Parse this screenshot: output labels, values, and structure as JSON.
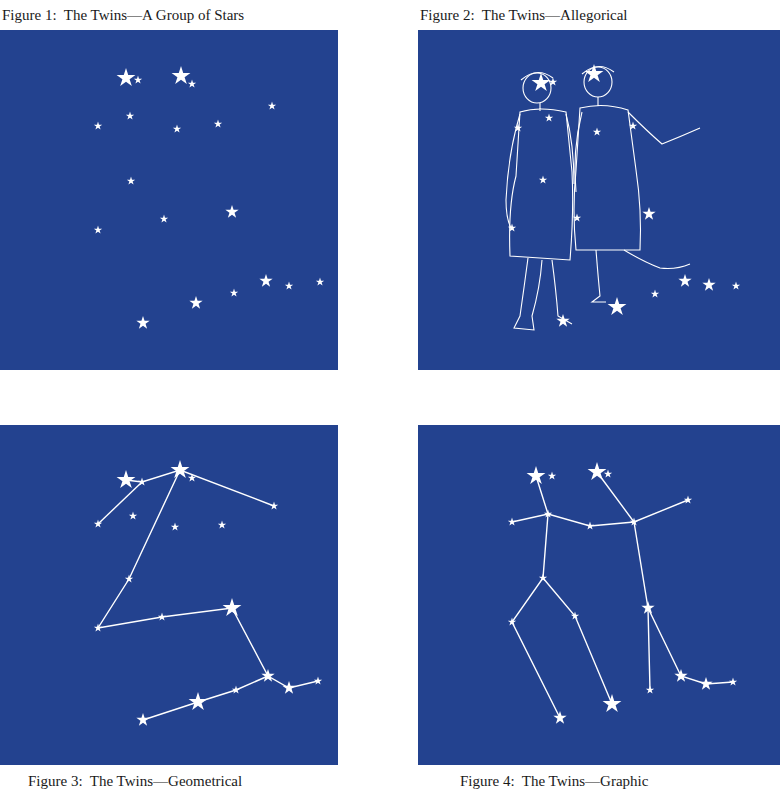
{
  "diagram": {
    "labels": [
      "Figure 1:  The Twins—A Group of Stars",
      "Figure 2:  The Twins—Allegorical",
      "Figure 3:  The Twins—Geometrical",
      "Figure 4:  The Twins—Graphic"
    ]
  }
}
